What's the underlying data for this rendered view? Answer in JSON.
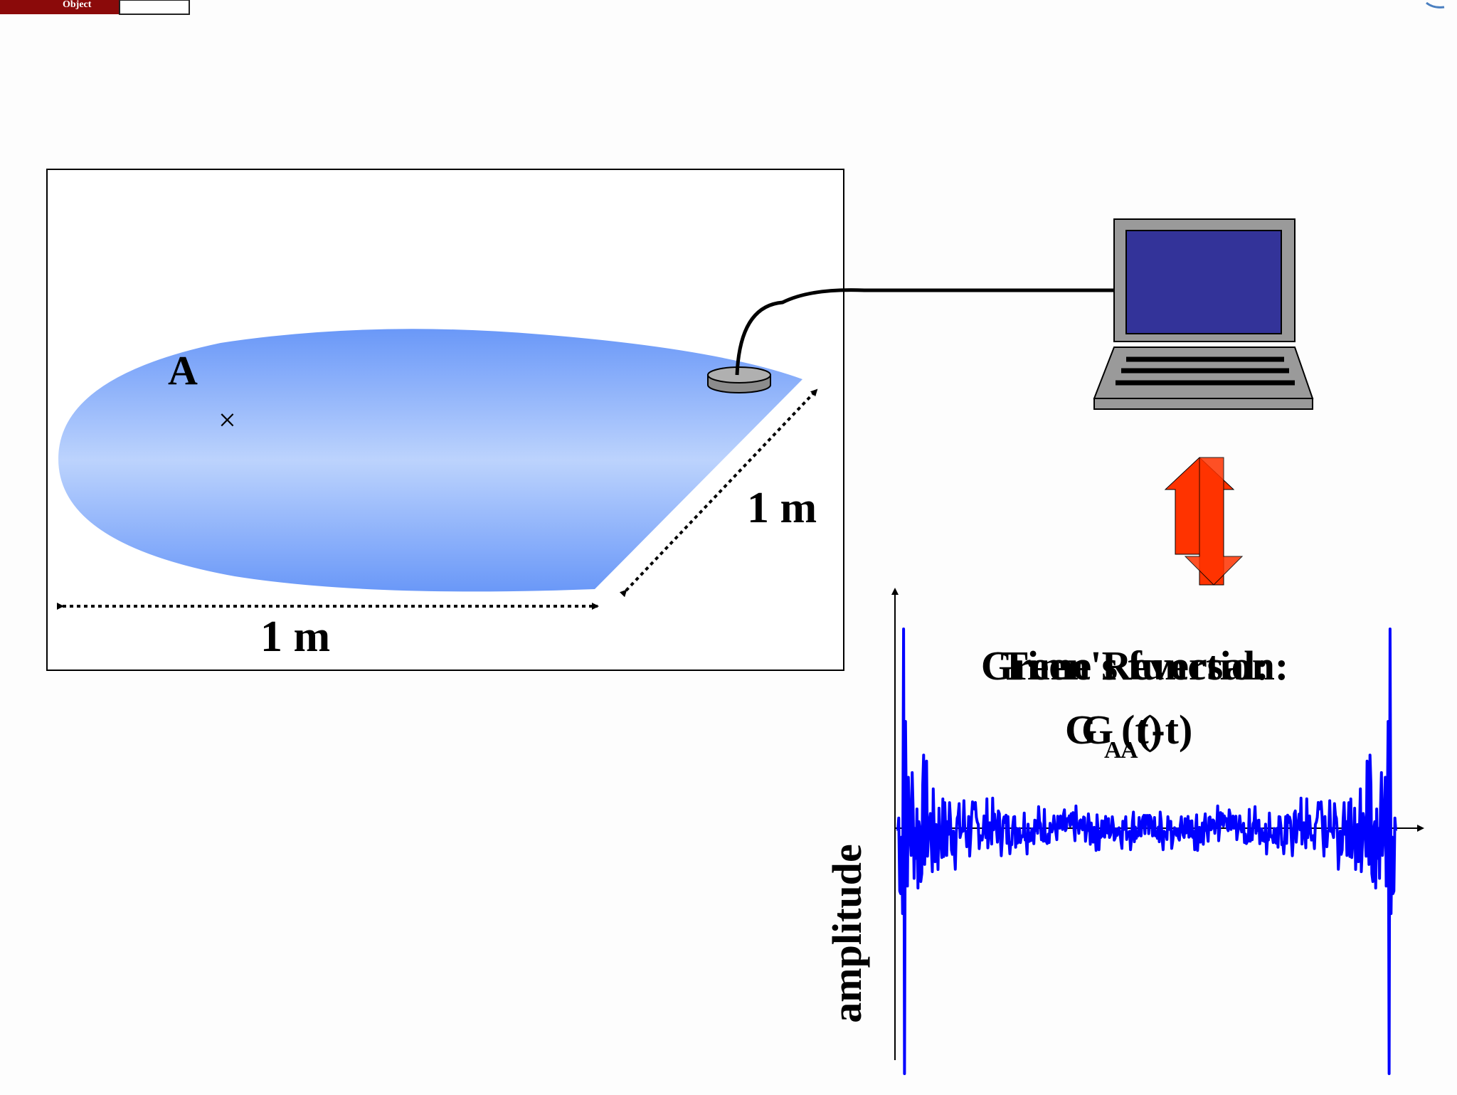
{
  "logo": {
    "text": "Object"
  },
  "panel": {
    "point_label": "A",
    "point_marker": "×",
    "dim_width": "1 m",
    "dim_depth": "1 m"
  },
  "plot": {
    "ylabel": "amplitude",
    "title_line1": "Green's function:",
    "title_line2": "G",
    "title_line2_sub": "A",
    "title_line2_tail": "(t)",
    "overlay_line1": "Time Reversal:",
    "overlay_line2": "G",
    "overlay_line2_sub": "A",
    "overlay_line2_tail": "(-t)",
    "trace_color": "#0000ff"
  },
  "colors": {
    "surface_edge": "#6f9cf8",
    "surface_center": "#bcd3fd",
    "screen": "#333399",
    "arrow": "#ff3300"
  }
}
